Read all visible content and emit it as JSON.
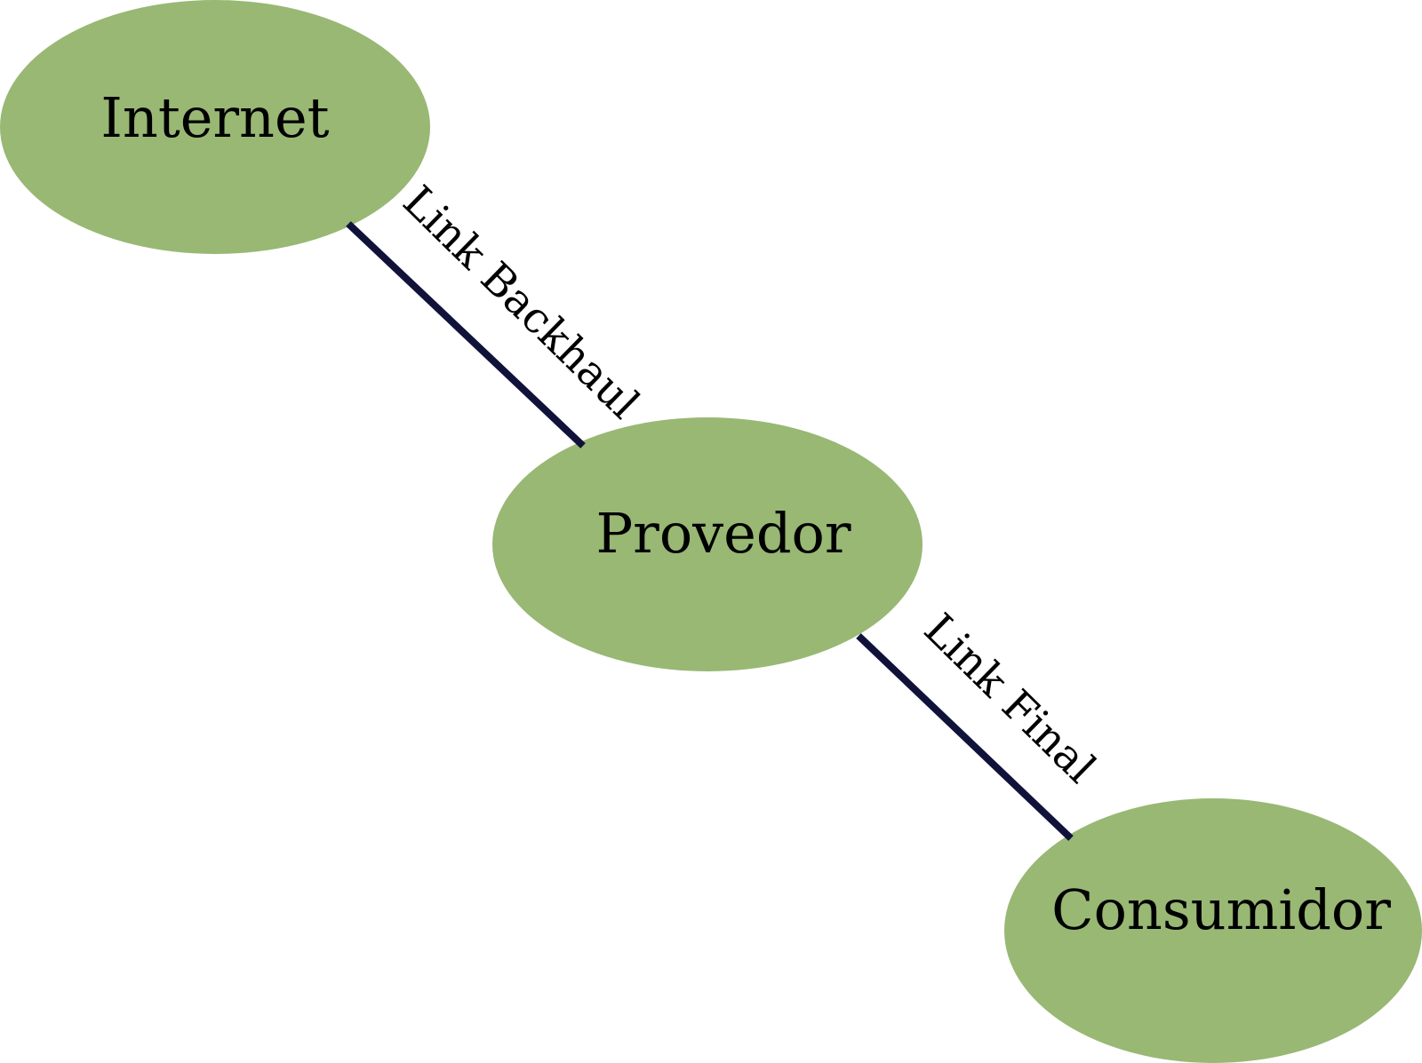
{
  "colors": {
    "node_fill": "#98b874",
    "edge_stroke": "#10123a",
    "background": "#ffffff"
  },
  "nodes": {
    "internet": {
      "label": "Internet"
    },
    "provedor": {
      "label": "Provedor"
    },
    "consumidor": {
      "label": "Consumidor"
    }
  },
  "edges": {
    "backhaul": {
      "label": "Link Backhaul",
      "from": "Internet",
      "to": "Provedor"
    },
    "final": {
      "label": "Link Final",
      "from": "Provedor",
      "to": "Consumidor"
    }
  }
}
